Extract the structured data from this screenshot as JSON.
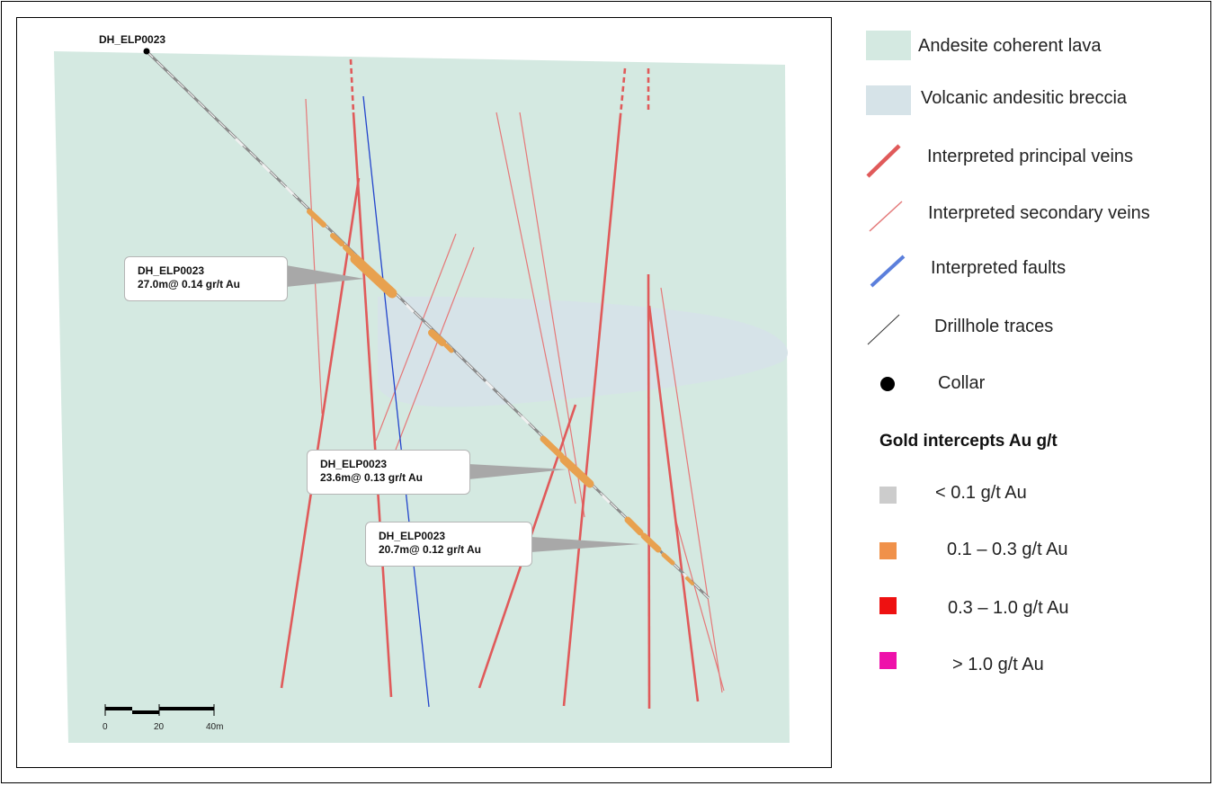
{
  "section": {
    "collar_label": "DH_ELP0023",
    "callouts": [
      {
        "hole": "DH_ELP0023",
        "text": "27.0m@ 0.14 gr/t Au"
      },
      {
        "hole": "DH_ELP0023",
        "text": "23.6m@ 0.13 gr/t Au"
      },
      {
        "hole": "DH_ELP0023",
        "text": "20.7m@ 0.12 gr/t Au"
      }
    ],
    "scale_bar": {
      "ticks": [
        "0",
        "20",
        "40m"
      ]
    }
  },
  "legend": {
    "units": [
      {
        "label": "Andesite coherent lava",
        "color": "#d4e9e1"
      },
      {
        "label": "Volcanic andesitic breccia",
        "color": "#d6e3e8"
      }
    ],
    "lines": [
      {
        "label": "Interpreted principal veins",
        "color": "#e05a5a"
      },
      {
        "label": "Interpreted secondary veins",
        "color": "#e47a7a"
      },
      {
        "label": "Interpreted faults",
        "color": "#5b7fdc"
      },
      {
        "label": "Drillhole traces",
        "color": "#333333"
      }
    ],
    "collar": {
      "label": "Collar",
      "color": "#000000"
    },
    "gold_title": "Gold intercepts Au g/t",
    "gold_classes": [
      {
        "label": "< 0.1 g/t Au",
        "color": "#cccccc"
      },
      {
        "label": "0.1 – 0.3 g/t Au",
        "color": "#f0914a"
      },
      {
        "label": "0.3 – 1.0 g/t Au",
        "color": "#ee1111"
      },
      {
        "label": "> 1.0 g/t Au",
        "color": "#ee11aa"
      }
    ]
  }
}
